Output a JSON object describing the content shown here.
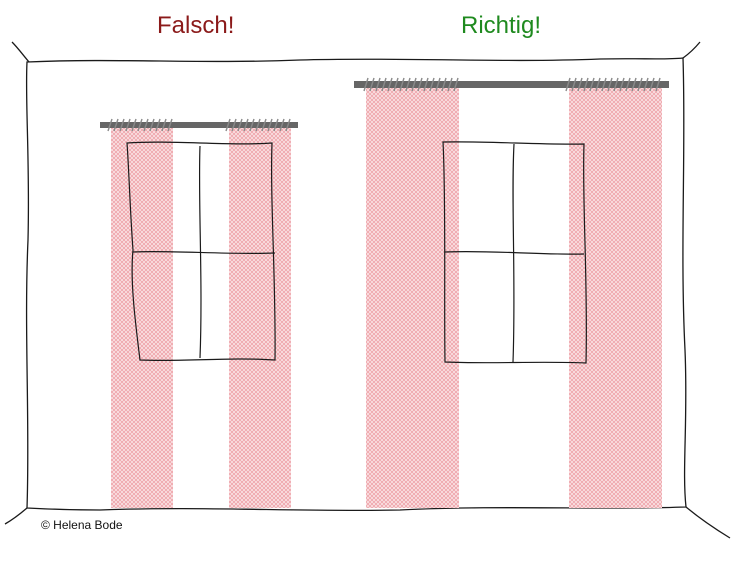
{
  "labels": {
    "wrong": "Falsch!",
    "right": "Richtig!"
  },
  "credit": "© Helena Bode",
  "colors": {
    "wrong_label": "#8b1a1a",
    "right_label": "#1f8a1f",
    "curtain_pink": "#f3b9bd",
    "rod": "#666666",
    "sketch_line": "#1a1a1a"
  },
  "icons": {
    "rod_rings": "hatched-ring-clips-icon"
  }
}
